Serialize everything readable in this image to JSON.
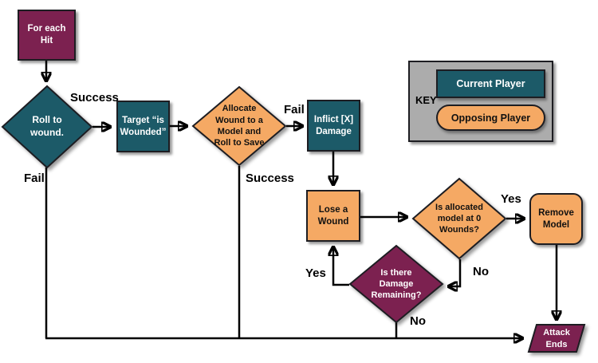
{
  "flowchart": {
    "nodes": {
      "for_each_hit": {
        "text": "For each\nHit",
        "shape": "rectangle",
        "owner_color": "#7C2150"
      },
      "roll_to_wound": {
        "text": "Roll to\nwound.",
        "shape": "diamond",
        "owner_color": "#1C5A68"
      },
      "target_wounded": {
        "text": "Target “is\nWounded”",
        "shape": "rectangle",
        "owner_color": "#1C5A68"
      },
      "allocate_wound": {
        "text": "Allocate\nWound to a\nModel and\nRoll to Save",
        "shape": "diamond",
        "owner_color": "#F5A964"
      },
      "inflict_damage": {
        "text": "Inflict [X]\nDamage",
        "shape": "rectangle",
        "owner_color": "#1C5A68"
      },
      "lose_a_wound": {
        "text": "Lose a\nWound",
        "shape": "rectangle",
        "owner_color": "#F5A964"
      },
      "model_at_zero": {
        "text": "Is allocated\nmodel at 0\nWounds?",
        "shape": "diamond",
        "owner_color": "#F5A964"
      },
      "remove_model": {
        "text": "Remove\nModel",
        "shape": "rounded-rectangle",
        "owner_color": "#F5A964"
      },
      "damage_remaining": {
        "text": "Is there\nDamage\nRemaining?",
        "shape": "diamond",
        "owner_color": "#7C2150"
      },
      "attack_ends": {
        "text": "Attack\nEnds",
        "shape": "parallelogram",
        "owner_color": "#7C2150"
      }
    },
    "edge_labels": {
      "roll_success": "Success",
      "roll_fail": "Fail",
      "save_fail": "Fail",
      "save_success": "Success",
      "zero_wounds_yes": "Yes",
      "zero_wounds_no": "No",
      "damage_yes": "Yes",
      "damage_no": "No"
    }
  },
  "key": {
    "title": "KEY",
    "entries": [
      {
        "label": "Current Player",
        "color": "#1C5A68"
      },
      {
        "label": "Opposing Player",
        "color": "#F5A964"
      }
    ]
  },
  "colors": {
    "current_player_teal": "#1C5A68",
    "opposing_player_orange": "#F5A964",
    "neutral_maroon": "#7C2150",
    "key_background_gray": "#ACACAC",
    "connector_black": "#000000"
  }
}
